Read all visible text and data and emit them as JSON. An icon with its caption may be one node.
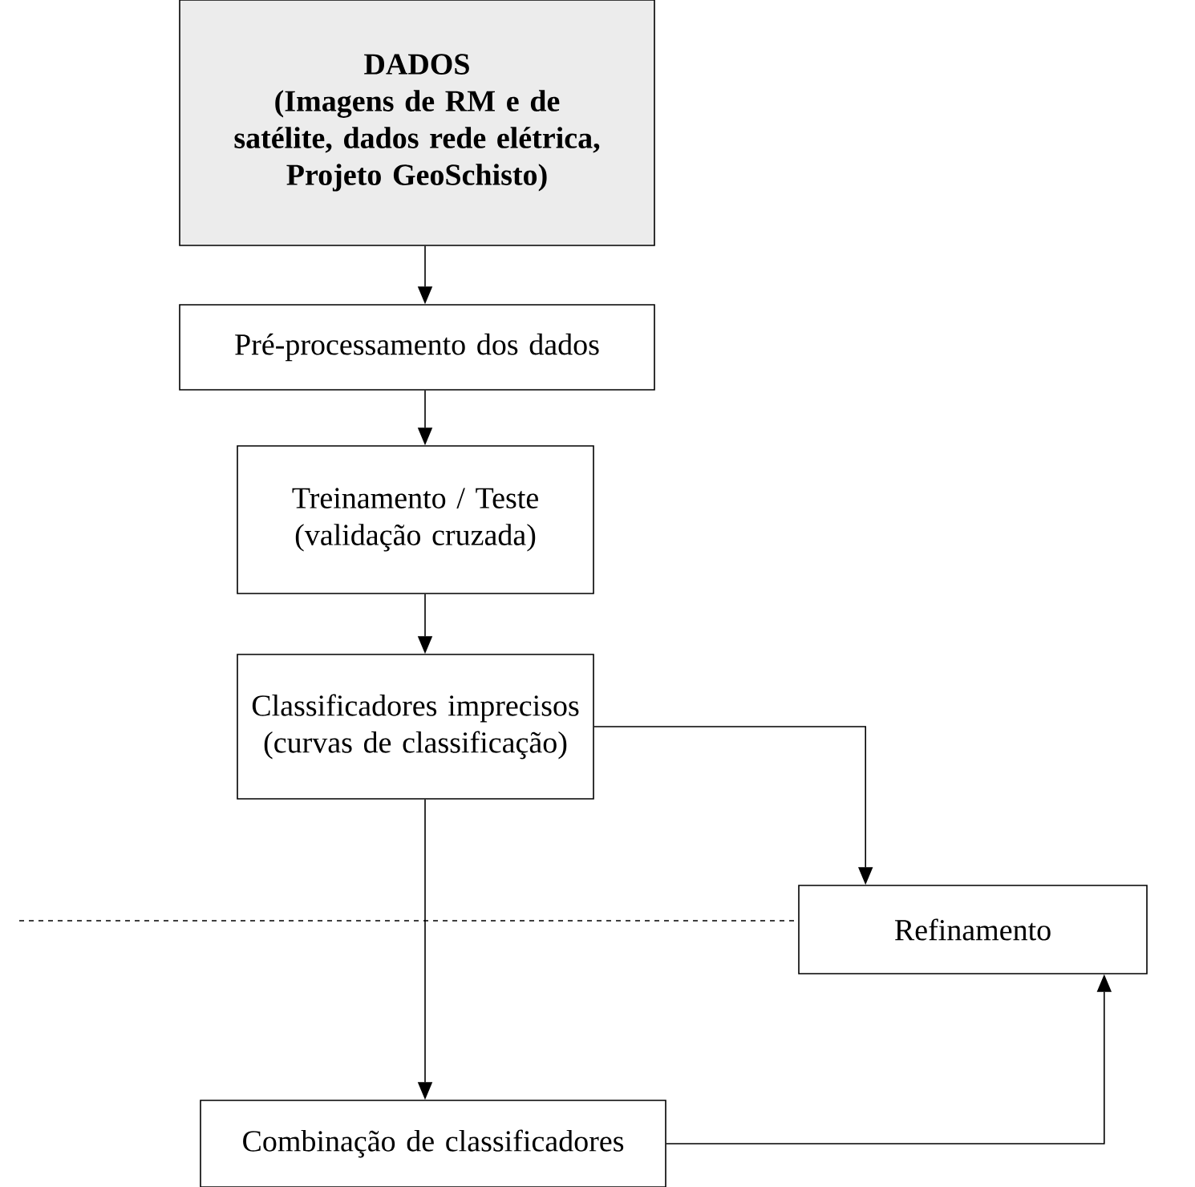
{
  "diagram": {
    "nodes": [
      {
        "text": [
          "DADOS",
          "(Imagens de RM e de satélite, dados rede elétrica, Projeto GeoSchisto)"
        ]
      },
      {
        "text": [
          "Pré-processamento dos dados"
        ]
      },
      {
        "text": [
          "Treinamento / Teste (validação cruzada)"
        ]
      },
      {
        "text": [
          "Classificadores imprecisos (curvas de classificação)"
        ]
      },
      {
        "text": [
          "Refinamento"
        ]
      },
      {
        "text": [
          "Combinação de classificadores"
        ]
      }
    ],
    "edges": [
      {
        "from": 0,
        "to": 1,
        "arrow": "to"
      },
      {
        "from": 1,
        "to": 2,
        "arrow": "to"
      },
      {
        "from": 2,
        "to": 3,
        "arrow": "to"
      },
      {
        "from": 3,
        "to": 5,
        "arrow": "to"
      },
      {
        "from": 3,
        "to": 4,
        "arrow": "to"
      },
      {
        "from": 5,
        "to": 4,
        "arrow": "to"
      }
    ]
  }
}
